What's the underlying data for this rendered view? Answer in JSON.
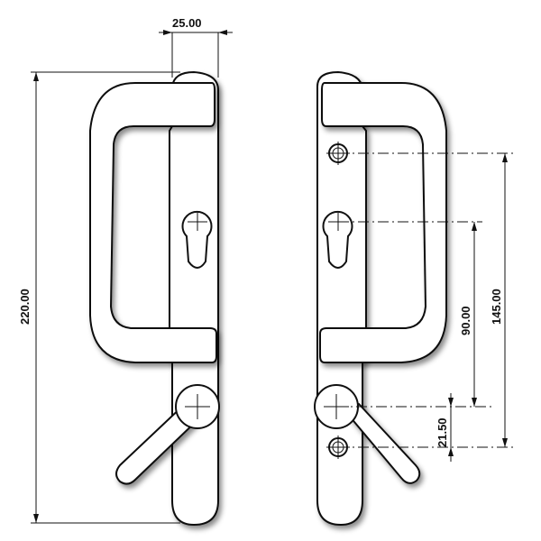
{
  "dimensions": {
    "top_width": "25.00",
    "overall_height": "220.00",
    "centers_lock_to_spindle": "90.00",
    "centers_fixings": "145.00",
    "spindle_to_lower_fixing": "21.50"
  }
}
